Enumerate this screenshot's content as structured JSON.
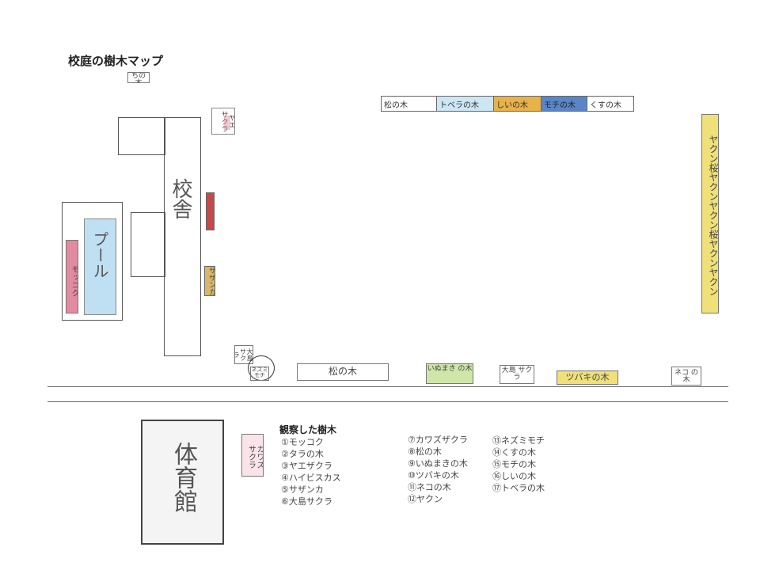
{
  "title": "校庭の樹木マップ",
  "buildings": {
    "school": "校舎",
    "pool": "プール",
    "gym": "体育館"
  },
  "trees": {
    "top_left": "ちの木",
    "yae_sakura": "ヤエ サクラ",
    "sazanka": "サザンカ",
    "mokkoku": "モッコク",
    "oshima_sakura_left": "大島 サクラ",
    "nezumimochi_circle": "ネズミ モチ",
    "matsu_bottom": "松の木",
    "inumaki": "いぬまき の木",
    "oshima_sakura_bottom": "大島 サクラ",
    "tsubaki": "ツバキの木",
    "neko": "ネコ の木",
    "kawazu_sakura": "カワズ サクラ",
    "yakun_column": "ヤクン桜ヤクンヤクン桜ヤクンヤクン"
  },
  "top_row": [
    "松の木",
    "トベラの木",
    "しいの木",
    "モチの木",
    "くすの木"
  ],
  "colors": {
    "red": "#c74848",
    "pink": "#e28aa0",
    "blue": "#9ccde0",
    "yellow": "#efe07a",
    "orange": "#e8b24a",
    "dblue": "#5a86c8",
    "sky": "#bfe0f2",
    "green": "#cfe6a8",
    "tan": "#d9b66a"
  },
  "legend": {
    "heading": "観察した樹木",
    "col1": [
      "①モッコク",
      "②タラの木",
      "③ヤエザクラ",
      "④ハイビスカス",
      "⑤サザンカ",
      "⑥大島サクラ"
    ],
    "col2": [
      "⑦カワズザクラ",
      "⑧松の木",
      "⑨いぬまきの木",
      "⑩ツバキの木",
      "⑪ネコの木",
      "⑫ヤクン"
    ],
    "col3": [
      "⑬ネズミモチ",
      "⑭くすの木",
      "⑮モチの木",
      "⑯しいの木",
      "⑰トベラの木"
    ]
  }
}
